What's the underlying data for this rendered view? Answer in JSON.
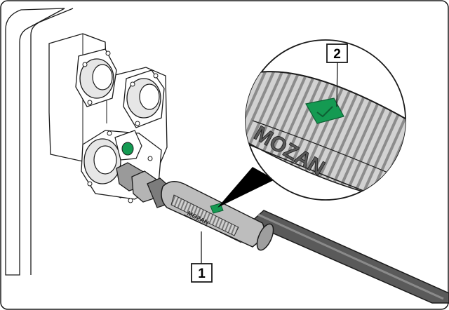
{
  "callouts": [
    {
      "number": "1",
      "part": "hose-coupling-handle"
    },
    {
      "number": "2",
      "part": "green-lock-indicator"
    }
  ],
  "brand_text": "MOZAN",
  "colors": {
    "line": "#1a1a1a",
    "housing_fill": "#ffffff",
    "shadow_fill": "#d9d9d9",
    "hose_fill": "#5a5a5a",
    "hose_highlight": "#8a8a8a",
    "handle_fill": "#c8c8c8",
    "handle_dark": "#6e6e6e",
    "indicator_green": "#149a52",
    "callout_cone": "#000000"
  }
}
